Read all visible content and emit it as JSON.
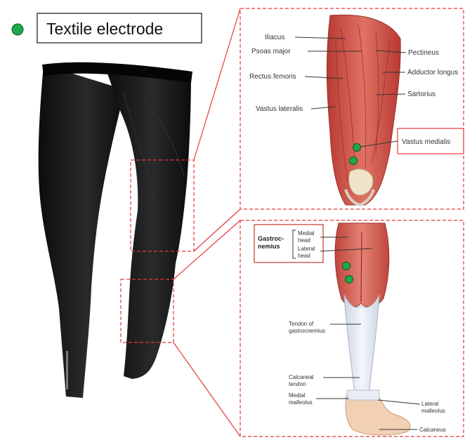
{
  "legend": {
    "label": "Textile electrode",
    "marker_color": "#1fa84a"
  },
  "colors": {
    "callout_line": "#e8383a",
    "electrode": "#1fa84a",
    "garment": "#151515",
    "muscle": "#d9544a"
  },
  "thigh_panel": {
    "labels": [
      "Iliacus",
      "Psoas major",
      "Rectus femoris",
      "Vastus lateralis",
      "Pectineus",
      "Adductor longus",
      "Sartorius"
    ],
    "highlight_label": "Vastus medialis"
  },
  "calf_panel": {
    "group_label_line1": "Gastroc-",
    "group_label_line2": "nemius",
    "head_medial_line1": "Medial",
    "head_medial_line2": "head",
    "head_lateral_line1": "Lateral",
    "head_lateral_line2": "head",
    "tendon_line1": "Tendon of",
    "tendon_line2": "gastrocnemius",
    "calcaneal_line1": "Calcaneal",
    "calcaneal_line2": "tendon",
    "medial_malleolus_line1": "Medial",
    "medial_malleolus_line2": "malleolus",
    "lateral_malleolus_line1": "Lateral",
    "lateral_malleolus_line2": "malleolus",
    "calcaneus": "Calcaneus"
  }
}
